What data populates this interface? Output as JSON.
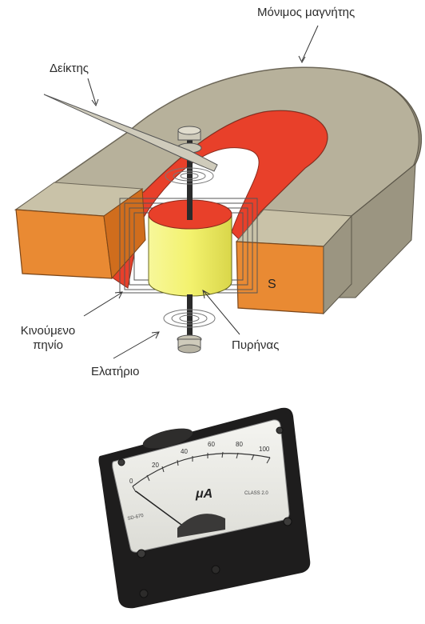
{
  "diagram": {
    "labels": {
      "magnet": "Μόνιμος μαγνήτης",
      "pointer": "Δείκτης",
      "coil_line1": "Κινούμενο",
      "coil_line2": "πηνίο",
      "spring": "Ελατήριο",
      "core": "Πυρήνας",
      "pole_s": "S"
    }
  },
  "meter": {
    "unit": "μA",
    "class_text": "CLASS 2.0",
    "model_text": "SD-670",
    "scale_ticks": [
      "0",
      "20",
      "40",
      "60",
      "80",
      "100"
    ],
    "needle_value": 0
  },
  "colors": {
    "magnet_body": "#b7b19b",
    "magnet_inner": "#e8402a",
    "pole_face": "#e98a33",
    "core": "#f3f26e",
    "meter_body": "#1e1d1d"
  }
}
